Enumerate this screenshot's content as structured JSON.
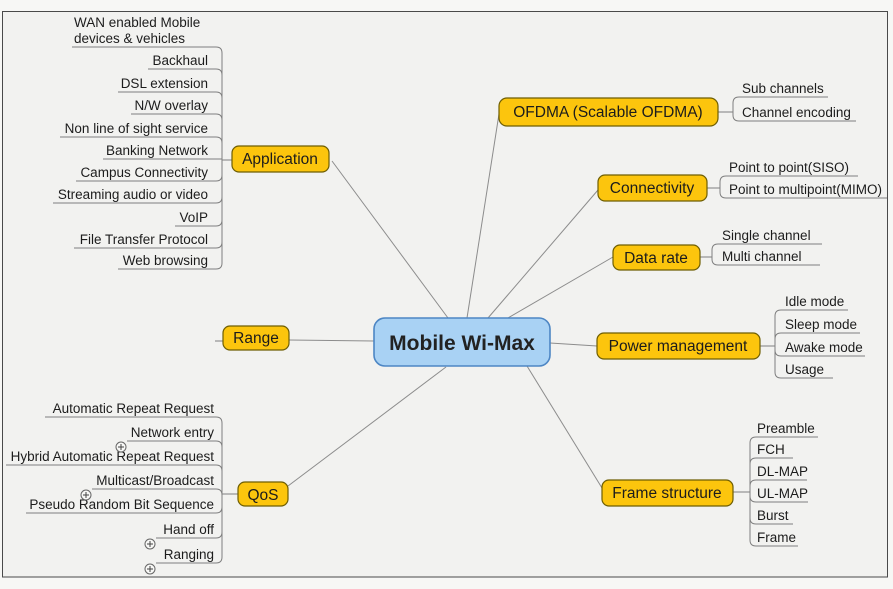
{
  "root": {
    "label": "Mobile Wi-Max"
  },
  "branches": {
    "application": {
      "label": "Application",
      "children": [
        {
          "label": "WAN enabled Mobile devices & vehicles",
          "line1": "WAN enabled Mobile",
          "line2": "devices & vehicles"
        },
        {
          "label": "Backhaul"
        },
        {
          "label": "DSL extension"
        },
        {
          "label": "N/W overlay"
        },
        {
          "label": "Non line of sight service"
        },
        {
          "label": "Banking Network"
        },
        {
          "label": "Campus Connectivity"
        },
        {
          "label": "Streaming audio or video"
        },
        {
          "label": "VoIP"
        },
        {
          "label": "File Transfer Protocol"
        },
        {
          "label": "Web browsing"
        }
      ]
    },
    "range": {
      "label": "Range",
      "children": []
    },
    "qos": {
      "label": "QoS",
      "children": [
        {
          "label": "Automatic Repeat Request"
        },
        {
          "label": "Network entry",
          "collapsed": true
        },
        {
          "label": "Hybrid Automatic Repeat Request"
        },
        {
          "label": "Multicast/Broadcast",
          "collapsed": true
        },
        {
          "label": "Pseudo Random Bit Sequence"
        },
        {
          "label": "Hand off",
          "collapsed": true
        },
        {
          "label": "Ranging",
          "collapsed": true
        }
      ]
    },
    "ofdma": {
      "label": "OFDMA (Scalable OFDMA)",
      "children": [
        {
          "label": "Sub channels"
        },
        {
          "label": "Channel encoding"
        }
      ]
    },
    "connectivity": {
      "label": "Connectivity",
      "children": [
        {
          "label": "Point to point(SISO)"
        },
        {
          "label": "Point to multipoint(MIMO)"
        }
      ]
    },
    "data_rate": {
      "label": "Data rate",
      "children": [
        {
          "label": "Single channel"
        },
        {
          "label": "Multi channel"
        }
      ]
    },
    "power_management": {
      "label": "Power management",
      "children": [
        {
          "label": "Idle mode"
        },
        {
          "label": "Sleep mode"
        },
        {
          "label": "Awake mode"
        },
        {
          "label": "Usage"
        }
      ]
    },
    "frame_structure": {
      "label": "Frame structure",
      "children": [
        {
          "label": "Preamble"
        },
        {
          "label": "FCH"
        },
        {
          "label": "DL-MAP"
        },
        {
          "label": "UL-MAP"
        },
        {
          "label": "Burst"
        },
        {
          "label": "Frame"
        }
      ]
    }
  },
  "colors": {
    "branch_fill": "#FCC50D",
    "branch_border": "#6E5E02",
    "root_fill": "#A9D2F4",
    "root_border": "#4D86C4",
    "line": "#8C8C8C",
    "text": "#1C1C1C",
    "background": "#F2F2F0"
  }
}
